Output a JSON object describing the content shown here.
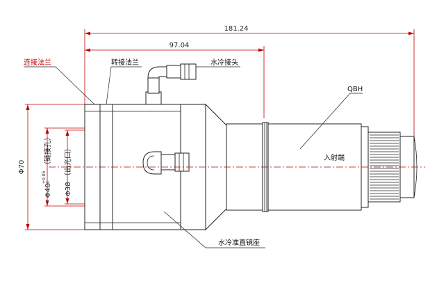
{
  "dimensions": {
    "overall_length": "181.24",
    "body_length": "97.04",
    "outer_diameter": "Φ70",
    "bore_diameter": "Φ40",
    "bore_tol_upper": "+0.05",
    "bore_tol_lower": "0",
    "bore_note": "（链接孔）",
    "exit_diameter": "Φ38",
    "exit_note": "（出光口）"
  },
  "labels": {
    "connect_flange": "连接法兰",
    "adapter_flange": "转接法兰",
    "water_fitting": "水冷接头",
    "qbh": "QBH",
    "entry_end": "入射端",
    "collimator_seat": "水冷准直镜座"
  },
  "colors": {
    "dimension": "#c00000",
    "outline": "#222222"
  }
}
